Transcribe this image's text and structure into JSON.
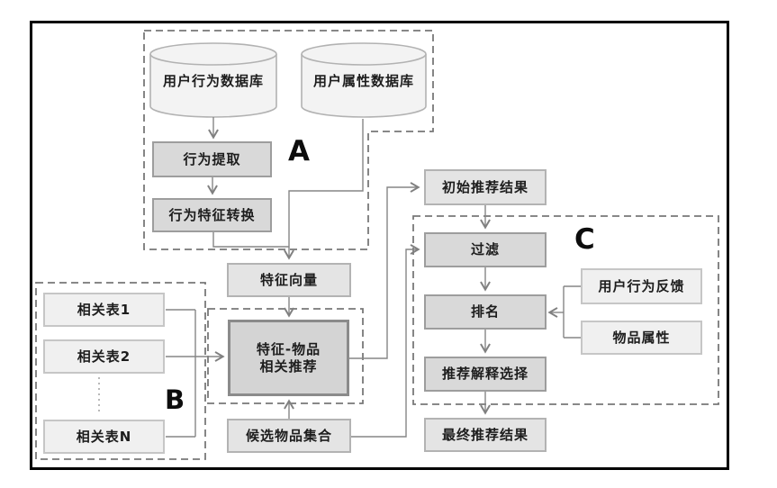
{
  "regions": {
    "a": "A",
    "b": "B",
    "c": "C"
  },
  "nodes": {
    "user_behavior_db": "用户行为数据库",
    "user_attr_db": "用户属性数据库",
    "behavior_extract": "行为提取",
    "behavior_feature_convert": "行为特征转换",
    "feature_vector": "特征向量",
    "rel_table_1": "相关表1",
    "rel_table_2": "相关表2",
    "rel_table_n": "相关表N",
    "feature_item_line1": "特征-物品",
    "feature_item_line2": "相关推荐",
    "candidate_items": "候选物品集合",
    "initial_results": "初始推荐结果",
    "filter": "过滤",
    "ranking": "排名",
    "explanation_select": "推荐解释选择",
    "final_results": "最终推荐结果",
    "user_feedback": "用户行为反馈",
    "item_attrs": "物品属性"
  },
  "colors": {
    "connector": "#858585",
    "dashed_region": "#787878",
    "cylinder_fill": "#f3f3f3",
    "process_fill": "#d9d9d9",
    "result_fill": "#e4e4e4",
    "input_fill": "#f0f0f0"
  }
}
